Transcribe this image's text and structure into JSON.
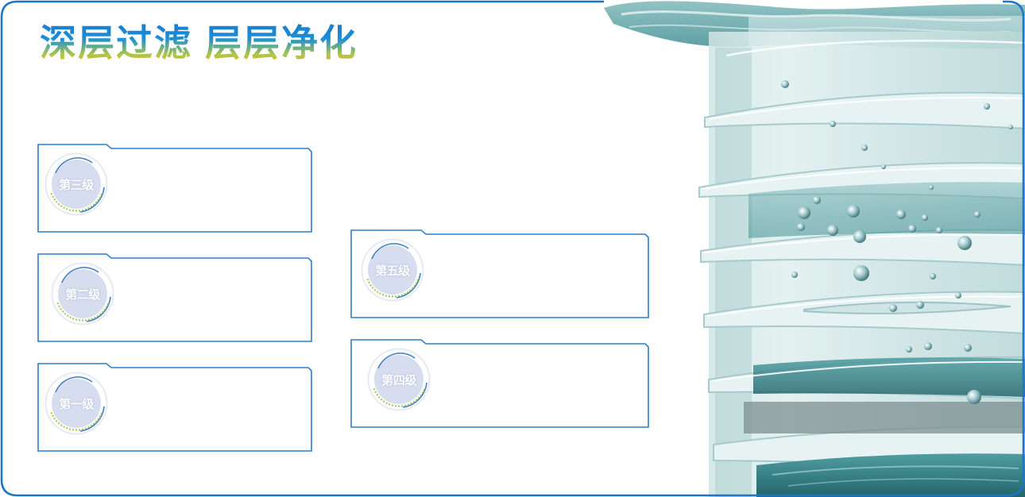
{
  "title": {
    "part1": "深层过滤",
    "part2": "层层净化"
  },
  "colors": {
    "border": "#1976c9",
    "card_border": "#2e7fc8",
    "badge_fill": "#d6ddef",
    "badge_ring_blue": "#3e7cc4",
    "badge_ring_green": "#9cc54b",
    "water": "#3f9499"
  },
  "stages": [
    {
      "label": "第三级"
    },
    {
      "label": "第二级"
    },
    {
      "label": "第一级"
    },
    {
      "label": "第五级"
    },
    {
      "label": "第四级"
    }
  ]
}
